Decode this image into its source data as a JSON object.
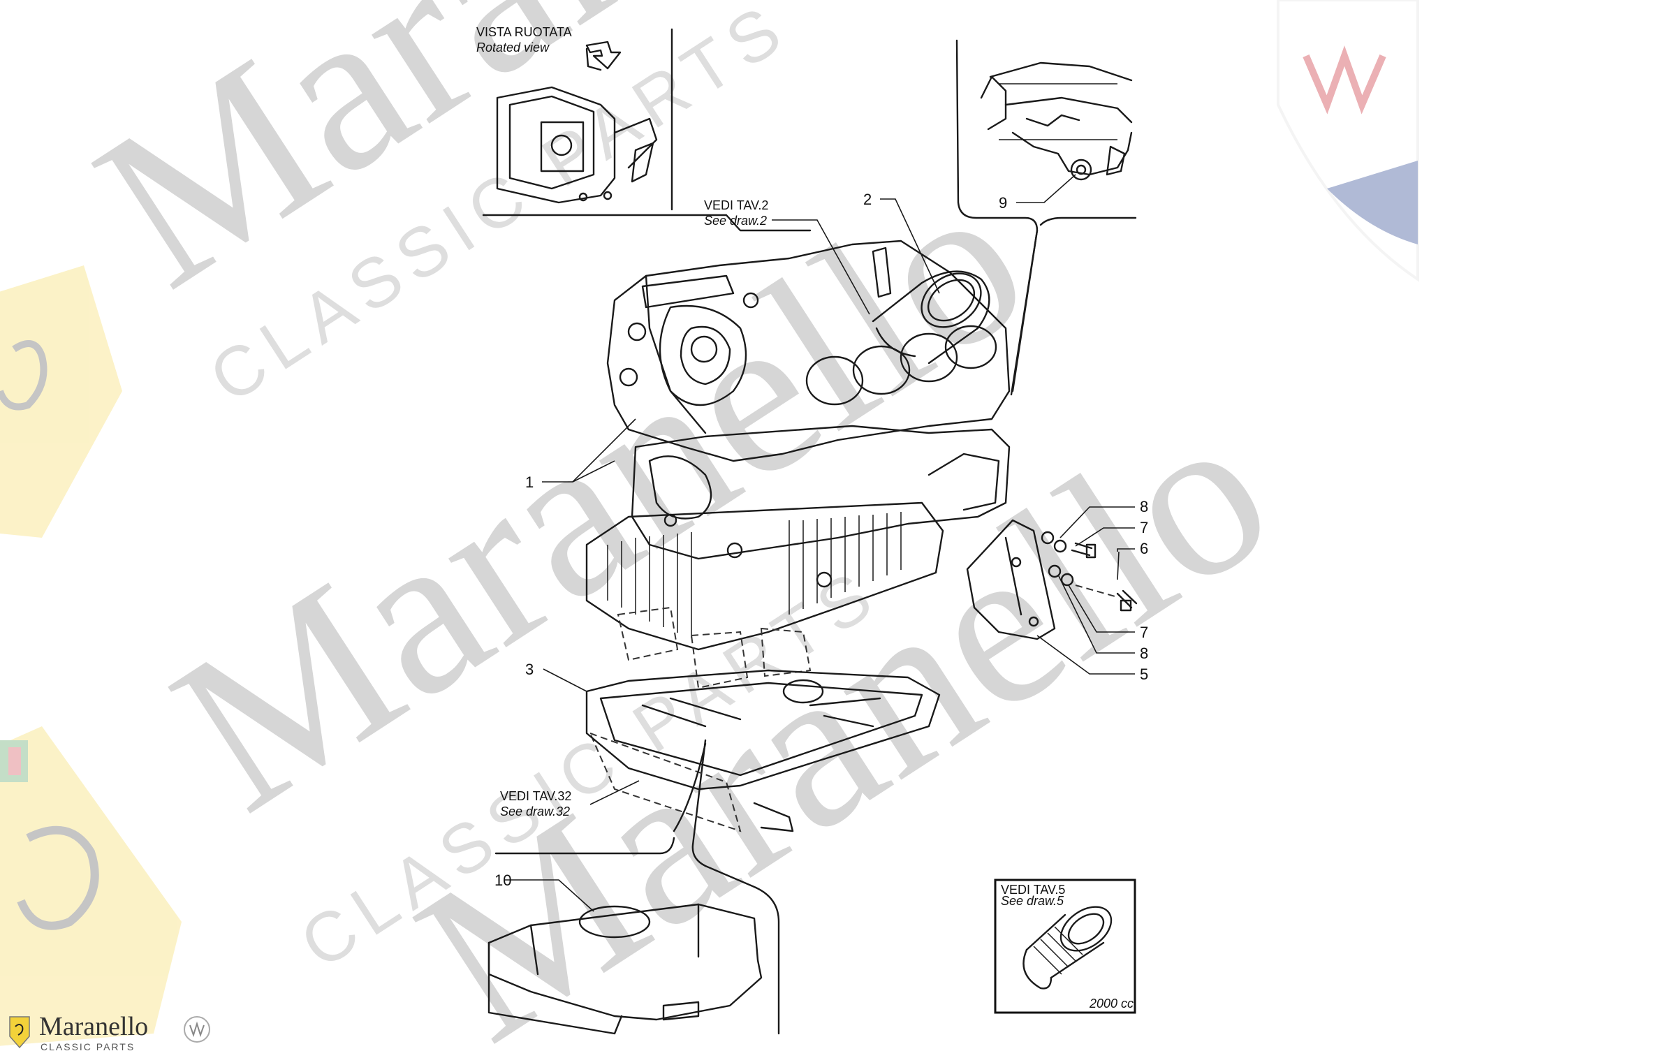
{
  "watermark": {
    "brand": "Maranello",
    "sub": "CLASSIC PARTS"
  },
  "logo": {
    "name": "Maranello",
    "tagline": "CLASSIC PARTS"
  },
  "references": {
    "rotated_it": "VISTA RUOTATA",
    "rotated_en": "Rotated view",
    "draw2_it": "VEDI TAV.2",
    "draw2_en": "See draw.2",
    "draw32_it": "VEDI TAV.32",
    "draw32_en": "See draw.32",
    "draw5_it": "VEDI TAV.5",
    "draw5_en": "See draw.5",
    "draw5_note": "2000 cc."
  },
  "callouts": [
    {
      "id": "c1",
      "label": "1"
    },
    {
      "id": "c2",
      "label": "2"
    },
    {
      "id": "c3",
      "label": "3"
    },
    {
      "id": "c5",
      "label": "5"
    },
    {
      "id": "c6",
      "label": "6"
    },
    {
      "id": "c7a",
      "label": "7"
    },
    {
      "id": "c7b",
      "label": "7"
    },
    {
      "id": "c8a",
      "label": "8"
    },
    {
      "id": "c8b",
      "label": "8"
    },
    {
      "id": "c9",
      "label": "9"
    },
    {
      "id": "c10",
      "label": "10"
    }
  ],
  "colors": {
    "ink": "#1a1a1a",
    "watermark": "#d6d6d6",
    "ferrari_yellow": "#f3d23a",
    "maserati_red": "#c8202c",
    "maserati_blue": "#1f3b8c"
  }
}
